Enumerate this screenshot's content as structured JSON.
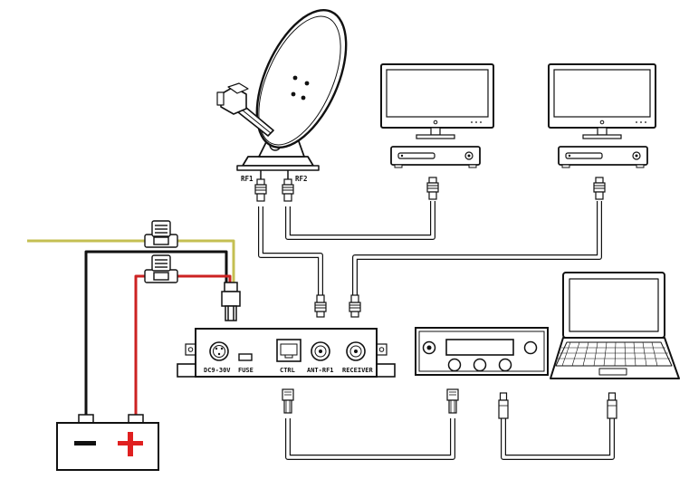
{
  "satellite": {
    "rf1_label": "RF1",
    "rf2_label": "RF2"
  },
  "control_box": {
    "dc_label": "DC9-30V",
    "fuse_label": "FUSE",
    "ctrl_label": "CTRL",
    "ant_rf1_label": "ANT-RF1",
    "receiver_label": "RECEIVER"
  },
  "colors": {
    "line": "#111111",
    "cable_gray": "#999999",
    "wire_black": "#111111",
    "wire_red": "#cc2222",
    "wire_yellow": "#c4bf52",
    "battery_plus": "#e02020"
  }
}
